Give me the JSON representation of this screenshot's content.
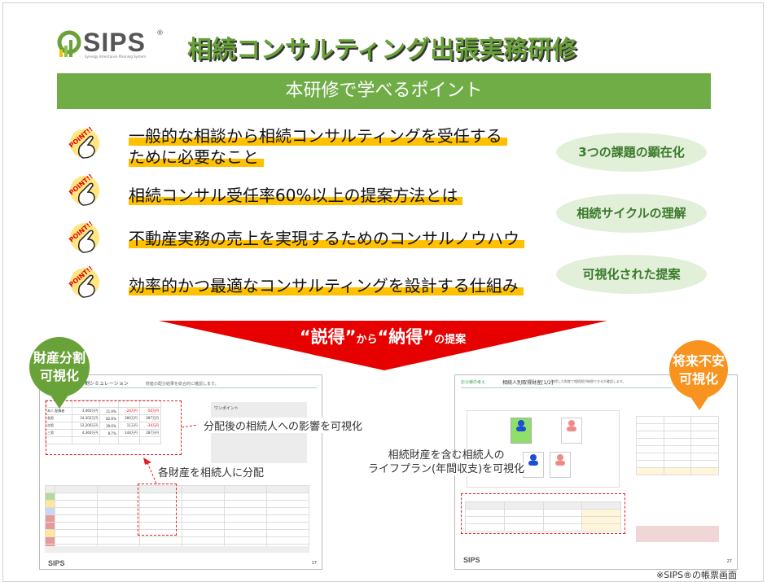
{
  "logo": {
    "text": "SIPS",
    "sub": "Synergy Inheritance Planning System",
    "reg": "®"
  },
  "title": "相続コンサルティング出張実務研修",
  "section_bar": "本研修で学べるポイント",
  "points": [
    {
      "badge": "POINT!!",
      "line1": "一般的な相談から相続コンサルティングを受任する",
      "line2": "ために必要なこと"
    },
    {
      "badge": "POINT!!",
      "line1": "相続コンサル受任率60%以上の提案方法とは"
    },
    {
      "badge": "POINT!!",
      "line1": "不動産実務の売上を実現するためのコンサルノウハウ"
    },
    {
      "badge": "POINT!!",
      "line1": "効率的かつ最適なコンサルティングを設計する仕組み"
    }
  ],
  "bubbles": [
    "3つの課題の顕在化",
    "相続サイクルの理解",
    "可視化された提案"
  ],
  "arrow": {
    "q1": "“説得”",
    "mid": "から",
    "q2": "“納得”",
    "end": "の提案"
  },
  "left_shot": {
    "badge_line1": "財産分割",
    "badge_line2": "可視化",
    "header": "割シミュレーション",
    "header_note": "財産の配分結果を総合的に確認します。",
    "one_point": "ワンポイント",
    "annotation1": "分配後の相続人への影響を可視化",
    "annotation2": "各財産を相続人に分配",
    "rows": [
      [
        "本人 配偶者",
        "3,460万円",
        "11.9%",
        "-24万円",
        "-50万円"
      ],
      [
        "長男",
        "24,302万円",
        "82.8%",
        "280万円",
        "287万円"
      ],
      [
        "次男",
        "12,200万円",
        "39.6%",
        "11万円",
        "-34万円"
      ],
      [
        "三男",
        "4,360万円",
        "8.7%",
        "144万円",
        "287万円"
      ]
    ],
    "page": "17"
  },
  "right_shot": {
    "badge_line1": "将来不安",
    "badge_line2": "可視化",
    "header_left": "お父様の考え",
    "header": "相続人別取得財産[1/2]",
    "header_note": "取得した財産で相続税が納税できるか確認します。",
    "annotation_line1": "相続財産を含む相続人の",
    "annotation_line2": "ライフプラン(年間収支)を可視化",
    "page": "27"
  },
  "footnote": "※SIPS®の帳票画面",
  "colors": {
    "green": "#70ad47",
    "yellow": "#ffc000",
    "red": "#e00000",
    "orange": "#f7931e"
  }
}
